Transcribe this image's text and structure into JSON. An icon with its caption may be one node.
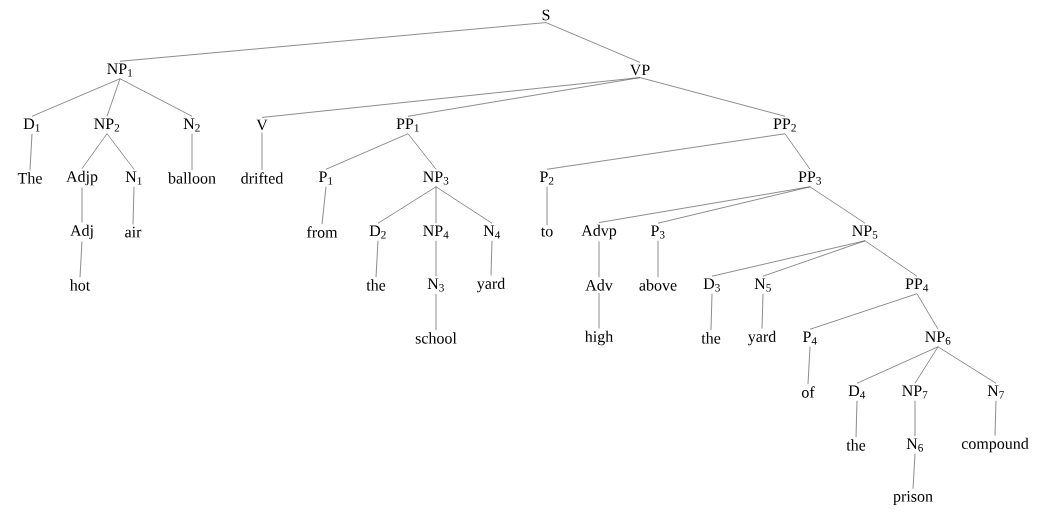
{
  "diagram": {
    "nodes": [
      {
        "text": [
          "S"
        ]
      },
      {
        "text": [
          "NP$_{1}$"
        ]
      },
      {
        "text": [
          "VP"
        ]
      },
      {
        "text": [
          "D$_{1}$"
        ]
      },
      {
        "text": [
          "NP$_{2}$"
        ]
      },
      {
        "text": [
          "N$_{2}$"
        ]
      },
      {
        "text": [
          "V"
        ]
      },
      {
        "text": [
          "PP$_{1}$"
        ]
      },
      {
        "text": [
          "PP$_{2}$"
        ]
      },
      {
        "text": [
          "The"
        ]
      },
      {
        "text": [
          "Adjp"
        ]
      },
      {
        "text": [
          "N$_{1}$"
        ]
      },
      {
        "text": [
          "balloon"
        ]
      },
      {
        "text": [
          "drifted"
        ]
      },
      {
        "text": [
          "P$_{1}$"
        ]
      },
      {
        "text": [
          "NP$_{3}$"
        ]
      },
      {
        "text": [
          "P$_{2}$"
        ]
      },
      {
        "text": [
          "PP$_{3}$"
        ]
      },
      {
        "text": [
          "Adj"
        ]
      },
      {
        "text": [
          "air"
        ]
      },
      {
        "text": [
          "from"
        ]
      },
      {
        "text": [
          "D$_{2}$"
        ]
      },
      {
        "text": [
          "NP$_{4}$"
        ]
      },
      {
        "text": [
          "N$_{4}$"
        ]
      },
      {
        "text": [
          "to"
        ]
      },
      {
        "text": [
          "Advp"
        ]
      },
      {
        "text": [
          "P$_{3}$"
        ]
      },
      {
        "text": [
          "NP$_{5}$"
        ]
      },
      {
        "text": [
          "hot"
        ]
      },
      {
        "text": [
          "the"
        ]
      },
      {
        "text": [
          "N$_{3}$"
        ]
      },
      {
        "text": [
          "yard"
        ]
      },
      {
        "text": [
          "Adv"
        ]
      },
      {
        "text": [
          "above"
        ]
      },
      {
        "text": [
          "D$_{3}$"
        ]
      },
      {
        "text": [
          "N$_{5}$"
        ]
      },
      {
        "text": [
          "PP$_{4}$"
        ]
      },
      {
        "text": [
          "school"
        ]
      },
      {
        "text": [
          "high"
        ]
      },
      {
        "text": [
          "the"
        ]
      },
      {
        "text": [
          "yard"
        ]
      },
      {
        "text": [
          "P$_{4}$"
        ]
      },
      {
        "text": [
          "NP$_{6}$"
        ]
      },
      {
        "text": [
          "of"
        ]
      },
      {
        "text": [
          "D$_{4}$"
        ]
      },
      {
        "text": [
          "NP$_{7}$"
        ]
      },
      {
        "text": [
          "N$_{7}$"
        ]
      },
      {
        "text": [
          "the"
        ]
      },
      {
        "text": [
          "N$_{6}$"
        ]
      },
      {
        "text": [
          "compound"
        ]
      },
      {
        "text": [
          "prison"
        ]
      }
    ],
    "edges": [
      {
        "from": 0,
        "to": 1,
        "arrow": "none"
      },
      {
        "from": 0,
        "to": 2,
        "arrow": "none"
      },
      {
        "from": 1,
        "to": 3,
        "arrow": "none"
      },
      {
        "from": 1,
        "to": 4,
        "arrow": "none"
      },
      {
        "from": 1,
        "to": 5,
        "arrow": "none"
      },
      {
        "from": 2,
        "to": 6,
        "arrow": "none"
      },
      {
        "from": 2,
        "to": 7,
        "arrow": "none"
      },
      {
        "from": 2,
        "to": 8,
        "arrow": "none"
      },
      {
        "from": 3,
        "to": 9,
        "arrow": "none"
      },
      {
        "from": 4,
        "to": 10,
        "arrow": "none"
      },
      {
        "from": 4,
        "to": 11,
        "arrow": "none"
      },
      {
        "from": 5,
        "to": 12,
        "arrow": "none"
      },
      {
        "from": 6,
        "to": 13,
        "arrow": "none"
      },
      {
        "from": 7,
        "to": 14,
        "arrow": "none"
      },
      {
        "from": 7,
        "to": 15,
        "arrow": "none"
      },
      {
        "from": 8,
        "to": 16,
        "arrow": "none"
      },
      {
        "from": 8,
        "to": 17,
        "arrow": "none"
      },
      {
        "from": 10,
        "to": 18,
        "arrow": "none"
      },
      {
        "from": 11,
        "to": 19,
        "arrow": "none"
      },
      {
        "from": 14,
        "to": 20,
        "arrow": "none"
      },
      {
        "from": 15,
        "to": 21,
        "arrow": "none"
      },
      {
        "from": 15,
        "to": 22,
        "arrow": "none"
      },
      {
        "from": 15,
        "to": 23,
        "arrow": "none"
      },
      {
        "from": 16,
        "to": 24,
        "arrow": "none"
      },
      {
        "from": 17,
        "to": 25,
        "arrow": "none"
      },
      {
        "from": 17,
        "to": 26,
        "arrow": "none"
      },
      {
        "from": 17,
        "to": 27,
        "arrow": "none"
      },
      {
        "from": 18,
        "to": 28,
        "arrow": "none"
      },
      {
        "from": 21,
        "to": 29,
        "arrow": "none"
      },
      {
        "from": 22,
        "to": 30,
        "arrow": "none"
      },
      {
        "from": 23,
        "to": 31,
        "arrow": "none"
      },
      {
        "from": 25,
        "to": 32,
        "arrow": "none"
      },
      {
        "from": 26,
        "to": 33,
        "arrow": "none"
      },
      {
        "from": 27,
        "to": 34,
        "arrow": "none"
      },
      {
        "from": 27,
        "to": 35,
        "arrow": "none"
      },
      {
        "from": 27,
        "to": 36,
        "arrow": "none"
      },
      {
        "from": 30,
        "to": 37,
        "arrow": "none"
      },
      {
        "from": 32,
        "to": 38,
        "arrow": "none"
      },
      {
        "from": 34,
        "to": 39,
        "arrow": "none"
      },
      {
        "from": 35,
        "to": 40,
        "arrow": "none"
      },
      {
        "from": 36,
        "to": 41,
        "arrow": "none"
      },
      {
        "from": 36,
        "to": 42,
        "arrow": "none"
      },
      {
        "from": 41,
        "to": 43,
        "arrow": "none"
      },
      {
        "from": 42,
        "to": 44,
        "arrow": "none"
      },
      {
        "from": 42,
        "to": 45,
        "arrow": "none"
      },
      {
        "from": 42,
        "to": 46,
        "arrow": "none"
      },
      {
        "from": 44,
        "to": 47,
        "arrow": "none"
      },
      {
        "from": 45,
        "to": 48,
        "arrow": "none"
      },
      {
        "from": 46,
        "to": 49,
        "arrow": "none"
      },
      {
        "from": 48,
        "to": 50,
        "arrow": "none"
      }
    ]
  }
}
